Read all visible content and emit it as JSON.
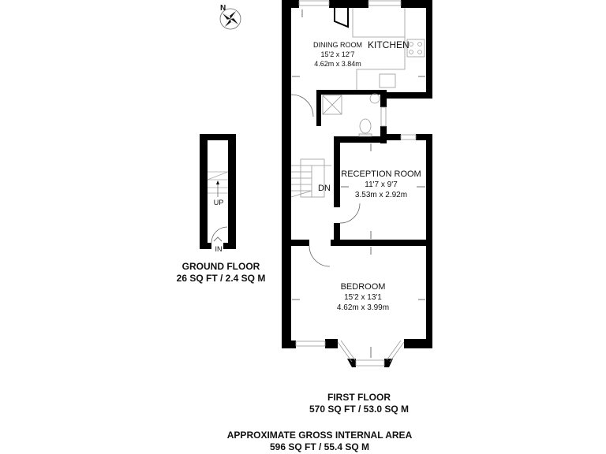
{
  "compass": {
    "label": "N",
    "icon": "compass-rose-icon"
  },
  "ground_floor": {
    "title": "GROUND FLOOR",
    "area": "26 SQ FT / 2.4 SQ M",
    "stairs_label": "UP",
    "entrance_label": "IN"
  },
  "first_floor": {
    "title": "FIRST FLOOR",
    "area": "570 SQ FT / 53.0 SQ M",
    "stairs_label": "DN",
    "rooms": [
      {
        "name": "DINING ROOM",
        "imperial": "15'2 x 12'7",
        "metric": "4.62m x 3.84m"
      },
      {
        "name": "KITCHEN"
      },
      {
        "name": "RECEPTION ROOM",
        "imperial": "11'7 x 9'7",
        "metric": "3.53m x 2.92m"
      },
      {
        "name": "BEDROOM",
        "imperial": "15'2 x 13'1",
        "metric": "4.62m x 3.99m"
      }
    ]
  },
  "total": {
    "title": "APPROXIMATE GROSS INTERNAL AREA",
    "area": "596 SQ FT / 55.4 SQ M"
  },
  "colors": {
    "wall": "#000000",
    "fixture": "#9a9a9a",
    "background": "#ffffff"
  }
}
